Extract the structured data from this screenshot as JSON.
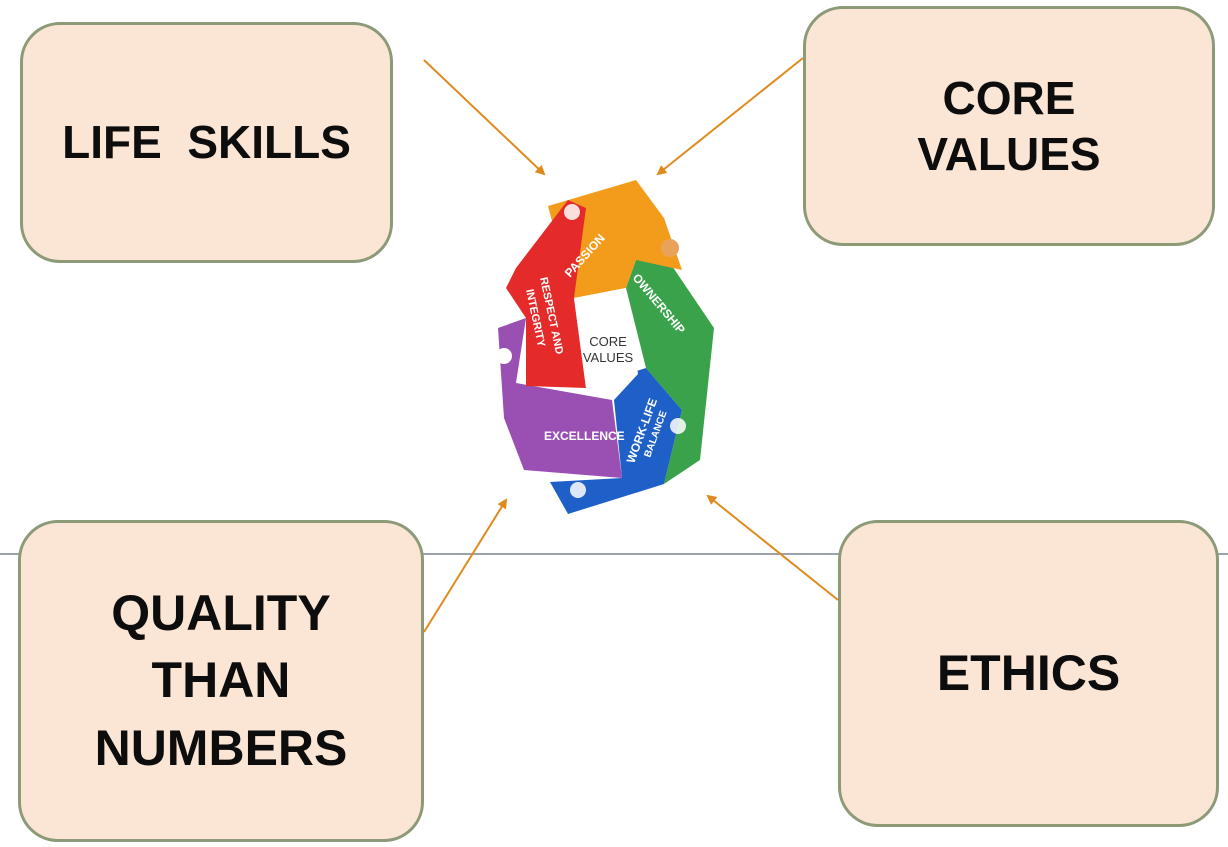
{
  "boxes": {
    "life_skills": "LIFE  SKILLS",
    "core_values": "CORE\nVALUES",
    "quality": "QUALITY\nTHAN\nNUMBERS",
    "ethics": "ETHICS"
  },
  "emblem": {
    "center_line1": "CORE",
    "center_line2": "VALUES",
    "band_passion": "PASSION",
    "band_ownership": "OWNERSHIP",
    "band_respect_1": "RESPECT AND",
    "band_respect_2": "INTEGRITY",
    "band_excellence": "EXCELLENCE",
    "band_worklife_1": "WORK-LIFE",
    "band_worklife_2": "BALANCE"
  },
  "colors": {
    "box_fill": "#fbe5d5",
    "box_border": "#8c9a78",
    "arrow": "#e08a1e",
    "passion": "#f39c1c",
    "ownership": "#3aa24a",
    "respect": "#e52a2a",
    "excellence": "#9a4fb3",
    "worklife": "#1f5fc8"
  }
}
